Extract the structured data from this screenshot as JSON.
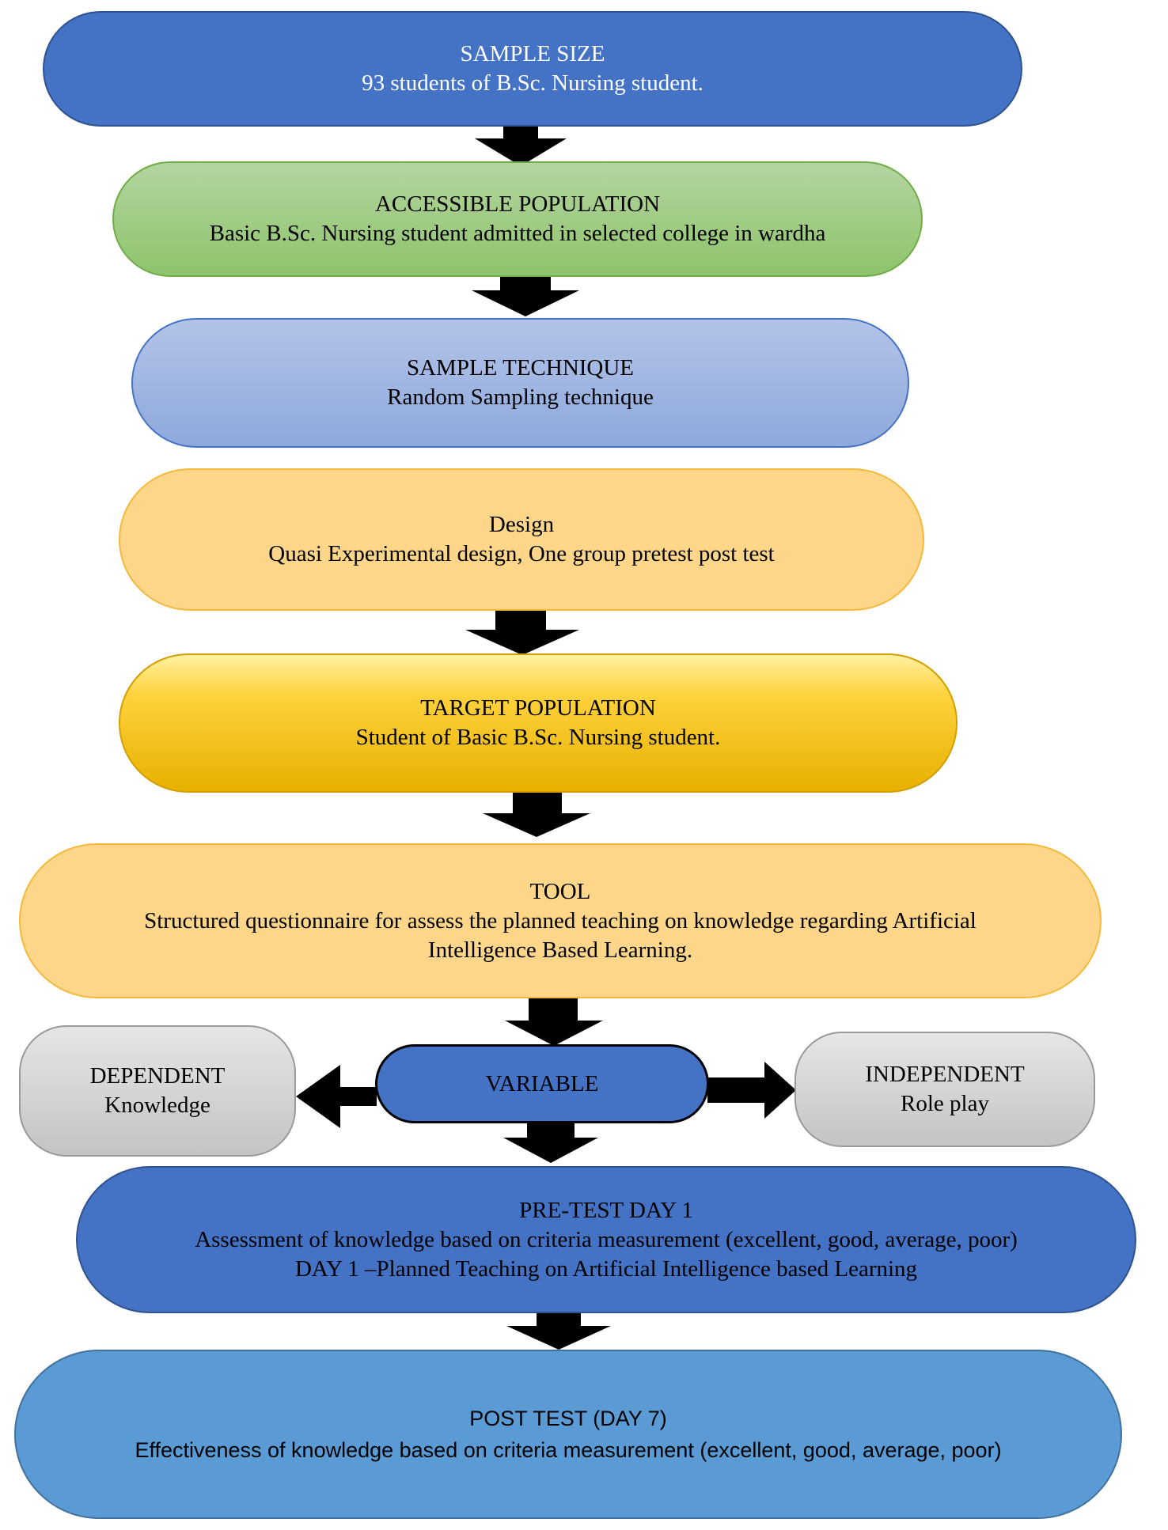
{
  "nodes": {
    "sample_size": {
      "title": "SAMPLE SIZE",
      "line1": "93 students of B.Sc. Nursing student."
    },
    "accessible_population": {
      "title": "ACCESSIBLE POPULATION",
      "line1": "Basic B.Sc. Nursing student admitted in selected college in wardha"
    },
    "sample_technique": {
      "title": "SAMPLE TECHNIQUE",
      "line1": "Random Sampling technique"
    },
    "design": {
      "title": "Design",
      "line1": "Quasi Experimental design, One group pretest post test"
    },
    "target_population": {
      "title": "TARGET POPULATION",
      "line1": "Student of Basic B.Sc. Nursing student."
    },
    "tool": {
      "title": "TOOL",
      "line1": "Structured questionnaire for assess the planned teaching on knowledge regarding Artificial",
      "line2": "Intelligence Based Learning."
    },
    "dependent": {
      "title": "DEPENDENT",
      "line1": "Knowledge"
    },
    "variable": {
      "title": "VARIABLE"
    },
    "independent": {
      "title": "INDEPENDENT",
      "line1": "Role play"
    },
    "pre_test": {
      "title": "PRE-TEST DAY 1",
      "line1": "Assessment of knowledge based on criteria measurement (excellent, good, average, poor)",
      "line2": "DAY 1 –Planned Teaching on Artificial Intelligence based Learning"
    },
    "post_test": {
      "title": "POST TEST (DAY 7)",
      "line1": "Effectiveness of knowledge based on criteria measurement (excellent, good, average, poor)"
    }
  },
  "colors": {
    "dark_blue": "#4472c4",
    "green": "#a9d18e",
    "light_blue": "#8faadc",
    "light_orange": "#fdd68a",
    "gold": "#ffc000",
    "gray": "#d9d9d9",
    "medium_blue": "#5b9bd5",
    "arrow": "#000000"
  }
}
